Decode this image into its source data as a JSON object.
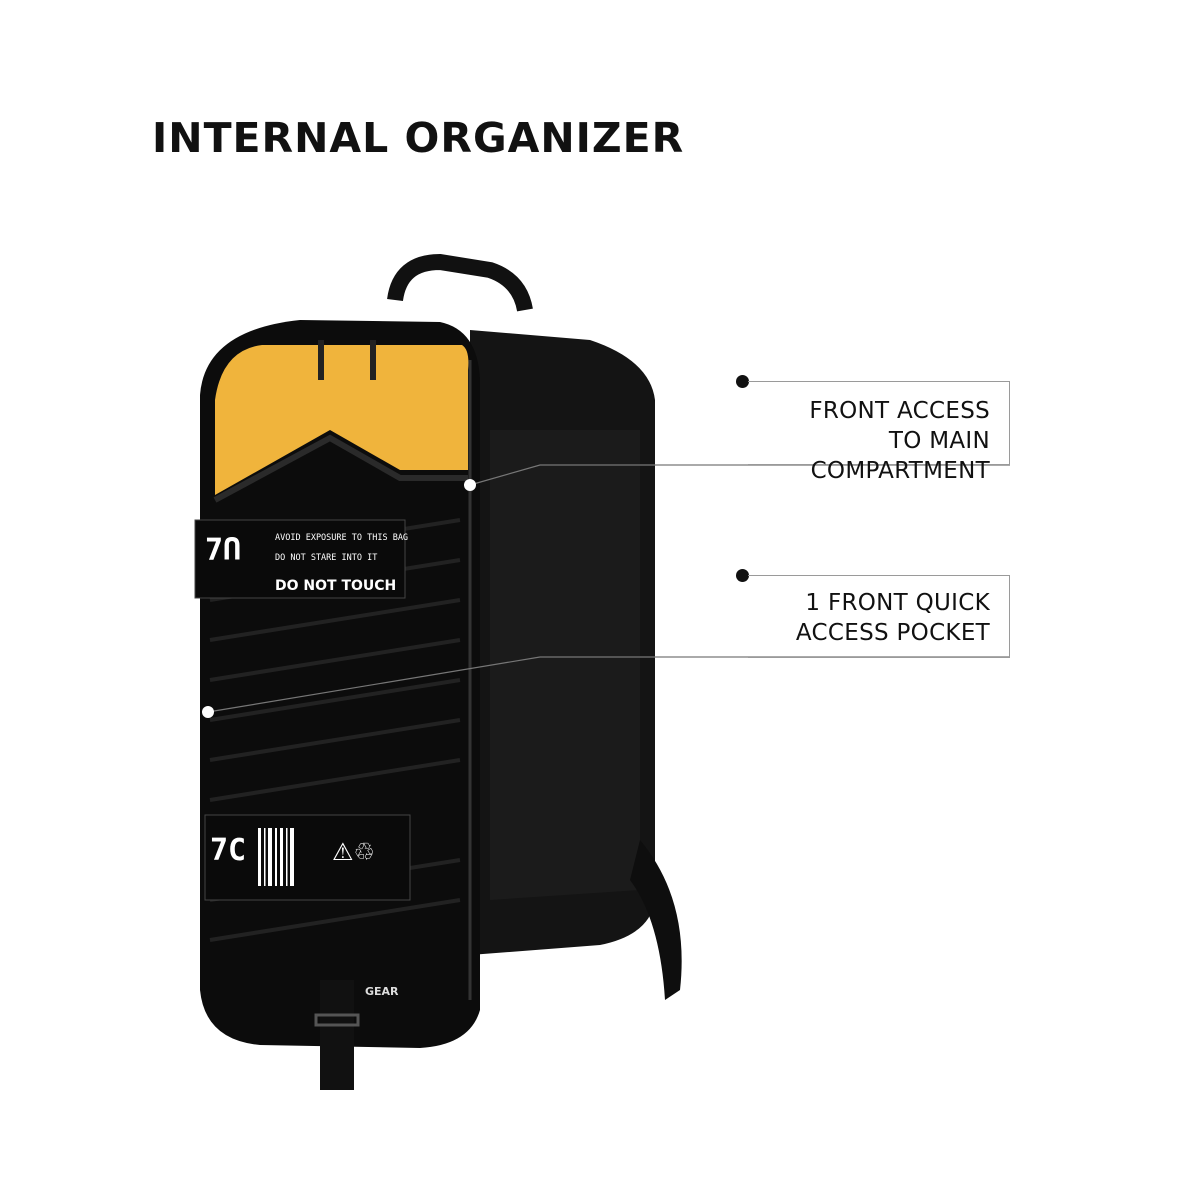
{
  "title": "INTERNAL ORGANIZER",
  "callouts": [
    {
      "line1": "FRONT ACCESS",
      "line2": "TO MAIN COMPARTMENT"
    },
    {
      "line1": "1 FRONT QUICK",
      "line2": "ACCESS POCKET"
    }
  ],
  "product": {
    "patch_line1": "AVOID EXPOSURE TO THIS BAG",
    "patch_line2": "DO NOT STARE INTO IT",
    "patch_line3": "DO NOT TOUCH",
    "brand": "GEAR",
    "colors": {
      "body": "#111111",
      "accent": "#f0b43c"
    }
  }
}
